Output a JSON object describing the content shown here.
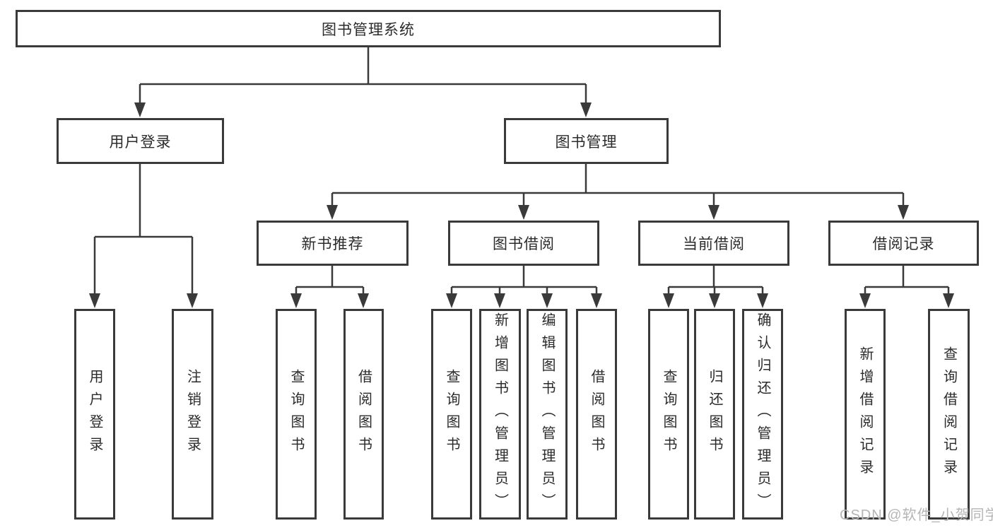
{
  "tree": {
    "root": "图书管理系统",
    "level2": [
      {
        "label": "用户登录",
        "leaves": [
          "用户登录",
          "注销登录"
        ]
      },
      {
        "label": "图书管理"
      }
    ],
    "level3": [
      {
        "label": "新书推荐",
        "leaves": [
          "查询图书",
          "借阅图书"
        ]
      },
      {
        "label": "图书借阅",
        "leaves": [
          "查询图书",
          "新增图书（管理员）",
          "编辑图书（管理员）",
          "借阅图书"
        ]
      },
      {
        "label": "当前借阅",
        "leaves": [
          "查询图书",
          "归还图书",
          "确认归还（管理员）"
        ]
      },
      {
        "label": "借阅记录",
        "leaves": [
          "新增借阅记录",
          "查询借阅记录"
        ]
      }
    ]
  },
  "watermark": "CSDN @软件_小贺同学",
  "colors": {
    "line": "#3a3a3a",
    "text": "#2b2b2b",
    "watermark": "#b5b5b5",
    "background": "#ffffff"
  }
}
